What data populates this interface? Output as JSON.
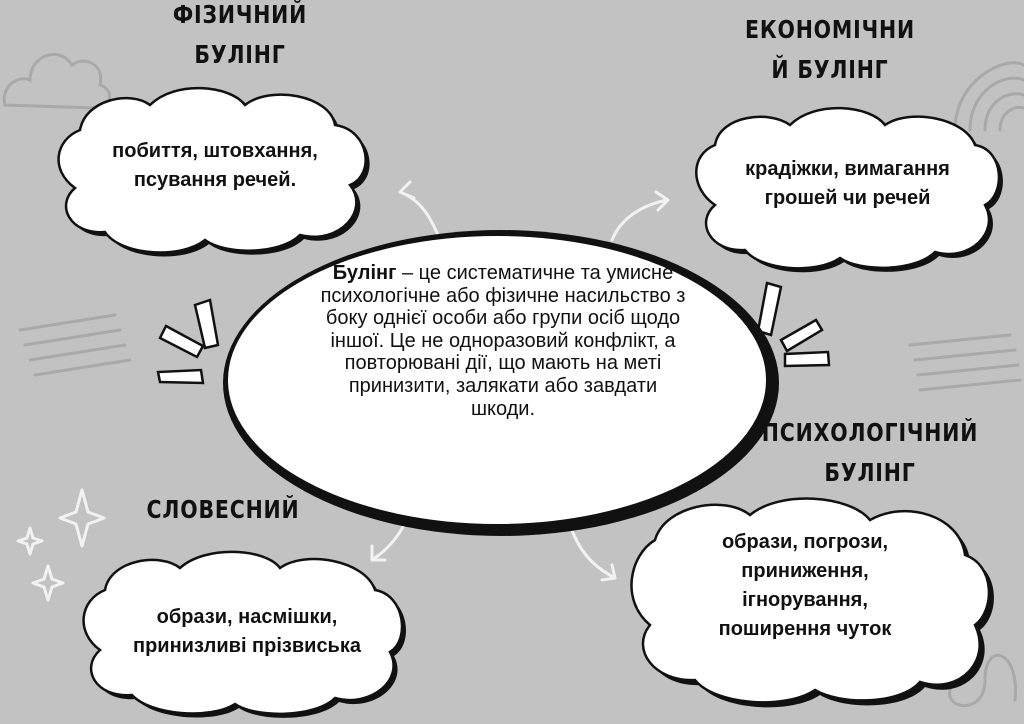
{
  "center": {
    "term": "Булінг",
    "definition": " – це систематичне та умисне психологічне або фізичне насильство з боку однієї особи або групи осіб щодо іншої. Це не одноразовий конфлікт, а повторювані дії, що мають на меті принизити, залякати або завдати шкоди."
  },
  "nodes": {
    "physical": {
      "title_line1": "Фізичний",
      "title_line2": "булінг",
      "body_line1": "побиття, штовхання,",
      "body_line2": "псування речей."
    },
    "economic": {
      "title_line1": "Економічни",
      "title_line2": "й булінг",
      "body_line1": "крадіжки, вимагання",
      "body_line2": "грошей чи речей"
    },
    "verbal": {
      "title_line1": "Словесний",
      "body_line1": "образи, насмішки,",
      "body_line2": "принизливі прізвиська"
    },
    "psychological": {
      "title_line1": "Психологічний",
      "title_line2": "булінг",
      "body_line1": "образи, погрози,",
      "body_line2": "приниження,",
      "body_line3": "ігнорування,",
      "body_line4": "поширення чуток"
    }
  },
  "colors": {
    "background": "#c2c2c2",
    "cloud_fill": "#ffffff",
    "ink": "#111111",
    "doodle": "#f2f2f2",
    "doodle_dark": "#a8a8a8"
  }
}
